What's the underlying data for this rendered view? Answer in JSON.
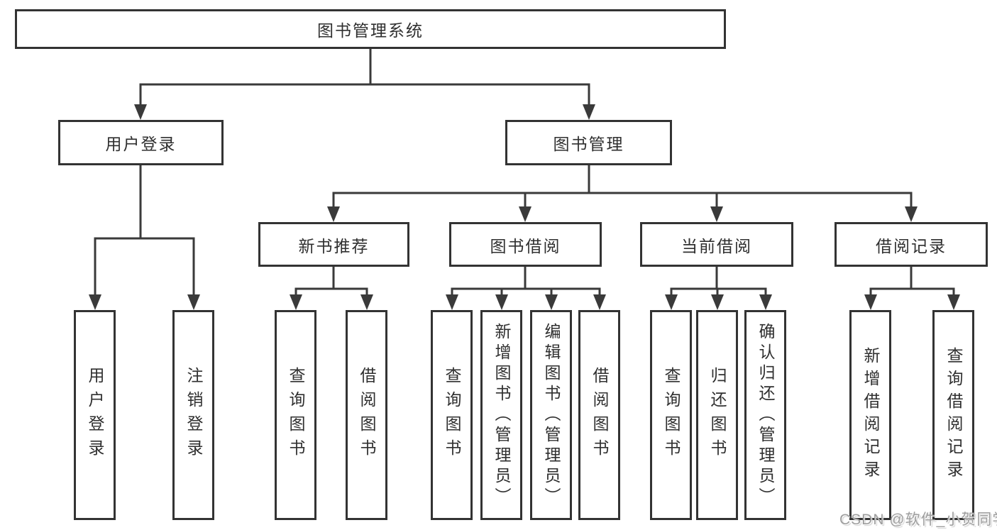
{
  "tree": {
    "label": "图书管理系统",
    "children": [
      {
        "label": "用户登录",
        "children": [
          {
            "label": "用户登录"
          },
          {
            "label": "注销登录"
          }
        ]
      },
      {
        "label": "图书管理",
        "children": [
          {
            "label": "新书推荐",
            "children": [
              {
                "label": "查询图书"
              },
              {
                "label": "借阅图书"
              }
            ]
          },
          {
            "label": "图书借阅",
            "children": [
              {
                "label": "查询图书"
              },
              {
                "label": "新增图书（管理员）"
              },
              {
                "label": "编辑图书（管理员）"
              },
              {
                "label": "借阅图书"
              }
            ]
          },
          {
            "label": "当前借阅",
            "children": [
              {
                "label": "查询图书"
              },
              {
                "label": "归还图书"
              },
              {
                "label": "确认归还（管理员）"
              }
            ]
          },
          {
            "label": "借阅记录",
            "children": [
              {
                "label": "新增借阅记录"
              },
              {
                "label": "查询借阅记录"
              }
            ]
          }
        ]
      }
    ]
  },
  "watermark": "CSDN @软件_小贺同学",
  "colors": {
    "background": "#ffffff",
    "line": "#3a3a3a",
    "box_border": "#333333",
    "text": "#2f2f2f",
    "watermark": "#9e9e9e"
  }
}
